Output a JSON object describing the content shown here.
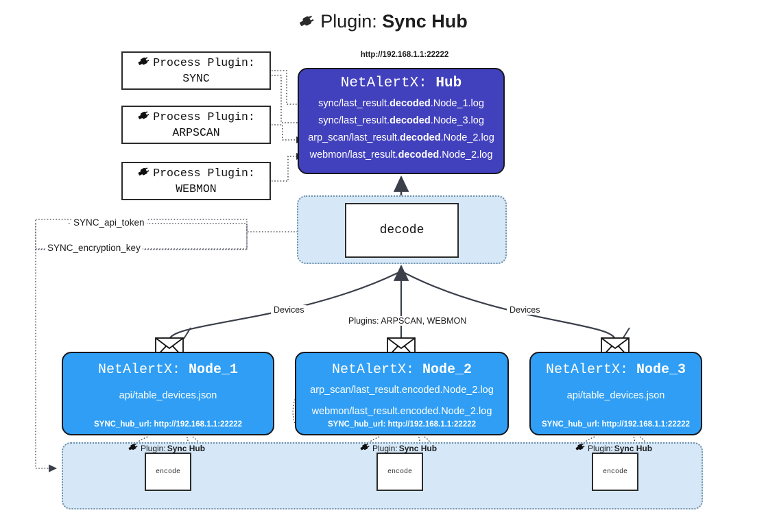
{
  "title": {
    "icon": "plug-icon",
    "prefix": "Plugin:",
    "name": "Sync Hub"
  },
  "hub": {
    "url": "http://192.168.1.1:22222",
    "label_prefix": "NetAlertX:",
    "label_name": "Hub",
    "logs": [
      {
        "pre": "sync/last_result.",
        "em": "decoded",
        "post": ".Node_1.log"
      },
      {
        "pre": "sync/last_result.",
        "em": "decoded",
        "post": ".Node_3.log"
      },
      {
        "pre": "arp_scan/last_result.",
        "em": "decoded",
        "post": ".Node_2.log"
      },
      {
        "pre": "webmon/last_result.",
        "em": "decoded",
        "post": ".Node_2.log"
      }
    ]
  },
  "process_plugins": [
    {
      "icon": "plug-icon",
      "line1": "Process Plugin:",
      "line2": "SYNC"
    },
    {
      "icon": "plug-icon",
      "line1": "Process Plugin:",
      "line2": "ARPSCAN"
    },
    {
      "icon": "plug-icon",
      "line1": "Process Plugin:",
      "line2": "WEBMON"
    }
  ],
  "decode": {
    "label": "decode"
  },
  "secrets": [
    {
      "label": "SYNC_api_token"
    },
    {
      "label": "SYNC_encryption_key"
    }
  ],
  "edge_labels": {
    "devices_left": "Devices",
    "devices_right": "Devices",
    "plugins_center": "Plugins: ARPSCAN, WEBMON"
  },
  "nodes": [
    {
      "label_prefix": "NetAlertX:",
      "label_name": "Node_1",
      "lines": [
        "api/table_devices.json"
      ],
      "footer": "SYNC_hub_url: http://192.168.1.1:22222",
      "icon": "envelope-icon"
    },
    {
      "label_prefix": "NetAlertX:",
      "label_name": "Node_2",
      "lines": [
        "arp_scan/last_result.encoded.Node_2.log",
        "webmon/last_result.encoded.Node_2.log"
      ],
      "footer": "SYNC_hub_url: http://192.168.1.1:22222",
      "icon": "envelope-icon"
    },
    {
      "label_prefix": "NetAlertX:",
      "label_name": "Node_3",
      "lines": [
        "api/table_devices.json"
      ],
      "footer": "SYNC_hub_url: http://192.168.1.1:22222",
      "icon": "envelope-icon"
    }
  ],
  "encoders": [
    {
      "caption_prefix": "Plugin:",
      "caption_name": "Sync Hub",
      "box_label": "encode",
      "icon": "plug-icon"
    },
    {
      "caption_prefix": "Plugin:",
      "caption_name": "Sync Hub",
      "box_label": "encode",
      "icon": "plug-icon"
    },
    {
      "caption_prefix": "Plugin:",
      "caption_name": "Sync Hub",
      "box_label": "encode",
      "icon": "plug-icon"
    }
  ],
  "colors": {
    "hub_fill": "#4241bd",
    "node_fill": "#2f9ef4",
    "container_fill": "#d6e8f8",
    "container_border": "#6f8fa8",
    "stroke": "#17171d",
    "text_dark": "#1d1d1d"
  }
}
